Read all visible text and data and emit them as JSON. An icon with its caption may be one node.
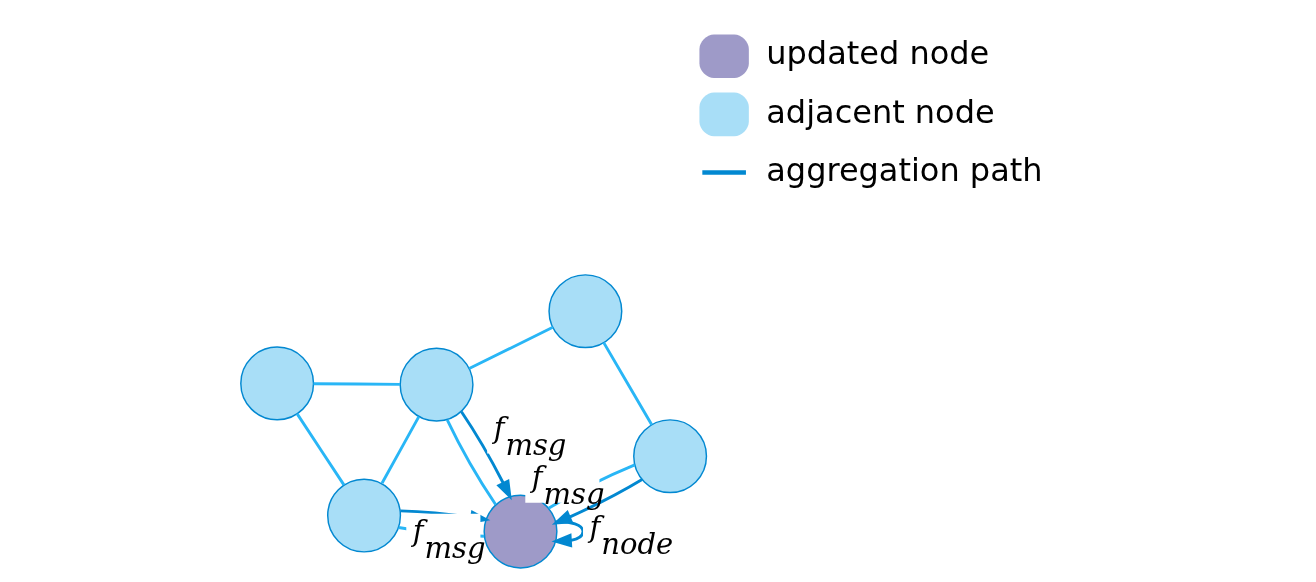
{
  "diagram": {
    "nodes": [
      {
        "text": [],
        "shape": "circle"
      },
      {
        "text": [],
        "shape": "circle"
      },
      {
        "text": [],
        "shape": "circle"
      },
      {
        "text": [],
        "shape": "circle"
      },
      {
        "text": [],
        "shape": "circle"
      },
      {
        "text": [],
        "shape": "circle"
      }
    ],
    "edges": [
      {
        "from": 0,
        "to": 1,
        "arrow": "none"
      },
      {
        "from": 0,
        "to": 2,
        "arrow": "none"
      },
      {
        "from": 0,
        "to": 3,
        "arrow": "none"
      },
      {
        "from": 1,
        "to": 4,
        "arrow": "none"
      },
      {
        "from": 2,
        "to": 3,
        "arrow": "none"
      },
      {
        "from": 2,
        "to": 5,
        "arrow": "none"
      },
      {
        "from": 3,
        "to": 4,
        "arrow": "none"
      },
      {
        "from": 3,
        "to": 5,
        "arrow": "none"
      },
      {
        "from": 0,
        "to": 0,
        "arrow": "to",
        "label": "f$_{node}$",
        "color": "#0288d1"
      },
      {
        "from": 1,
        "to": 0,
        "arrow": "to",
        "label": "f$_{msg}$",
        "color": "#0288d1"
      },
      {
        "from": 2,
        "to": 0,
        "arrow": "to",
        "label": "f$_{msg}$",
        "color": "#0288d1"
      },
      {
        "from": 3,
        "to": 0,
        "arrow": "to",
        "label": "f$_{msg}$",
        "color": "#0288d1"
      }
    ],
    "legend": [
      {
        "text": "updated node",
        "color": "#9e9ac8"
      },
      {
        "text": "adjacent node",
        "color": "#a8def7"
      },
      {
        "text": "aggregation path"
      }
    ]
  }
}
